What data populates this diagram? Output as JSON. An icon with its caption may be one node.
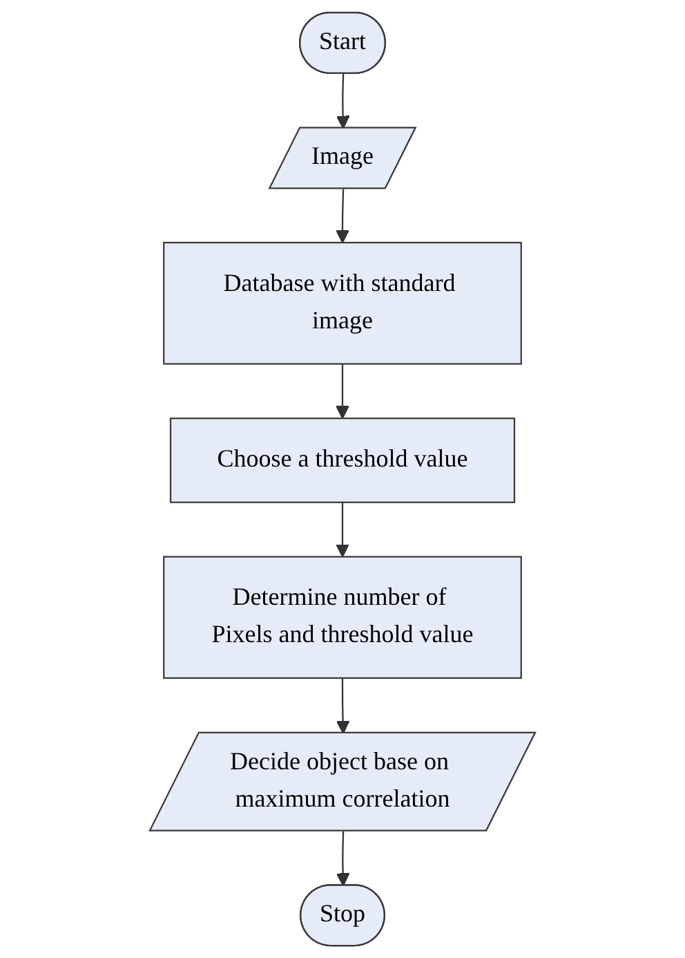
{
  "diagram": {
    "nodes": [
      {
        "text": [
          "Start"
        ]
      },
      {
        "text": [
          "Image"
        ]
      },
      {
        "text": [
          "Database with standard image"
        ]
      },
      {
        "text": [
          "Choose a threshold value"
        ]
      },
      {
        "text": [
          "Determine number of Pixels and threshold value"
        ]
      },
      {
        "text": [
          "Decide object base on maximum correlation"
        ]
      },
      {
        "text": [
          "Stop"
        ]
      }
    ],
    "edges": [
      {
        "from": 0,
        "to": 1,
        "arrow": "to"
      },
      {
        "from": 1,
        "to": 2,
        "arrow": "to"
      },
      {
        "from": 2,
        "to": 3,
        "arrow": "to"
      },
      {
        "from": 3,
        "to": 4,
        "arrow": "to"
      },
      {
        "from": 4,
        "to": 5,
        "arrow": "to"
      },
      {
        "from": 5,
        "to": 6,
        "arrow": "to"
      }
    ]
  }
}
